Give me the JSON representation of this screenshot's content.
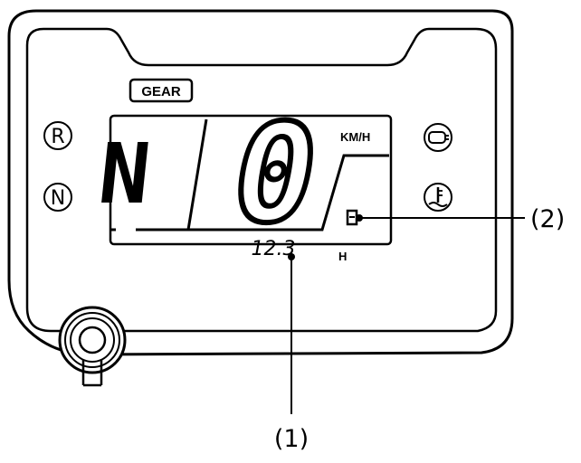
{
  "panel": {
    "gear_badge": "GEAR",
    "gear_indicator": "N",
    "speed_value": "0",
    "speed_unit": "KM/H",
    "hour_value": "12.3",
    "hour_unit": "H",
    "left_indicators": [
      {
        "letter": "R",
        "icon": "reverse-indicator-icon"
      },
      {
        "letter": "N",
        "icon": "neutral-indicator-icon"
      }
    ],
    "right_indicators": [
      {
        "icon": "engine-check-icon"
      },
      {
        "icon": "coolant-temperature-icon"
      }
    ],
    "fuel_icon": "fuel-gauge-icon",
    "key_icon": "ignition-switch-icon"
  },
  "callouts": [
    {
      "label": "(1)",
      "target": "hour meter"
    },
    {
      "label": "(2)",
      "target": "fuel indicator"
    }
  ],
  "colors": {
    "line": "#000000",
    "background": "#ffffff"
  }
}
